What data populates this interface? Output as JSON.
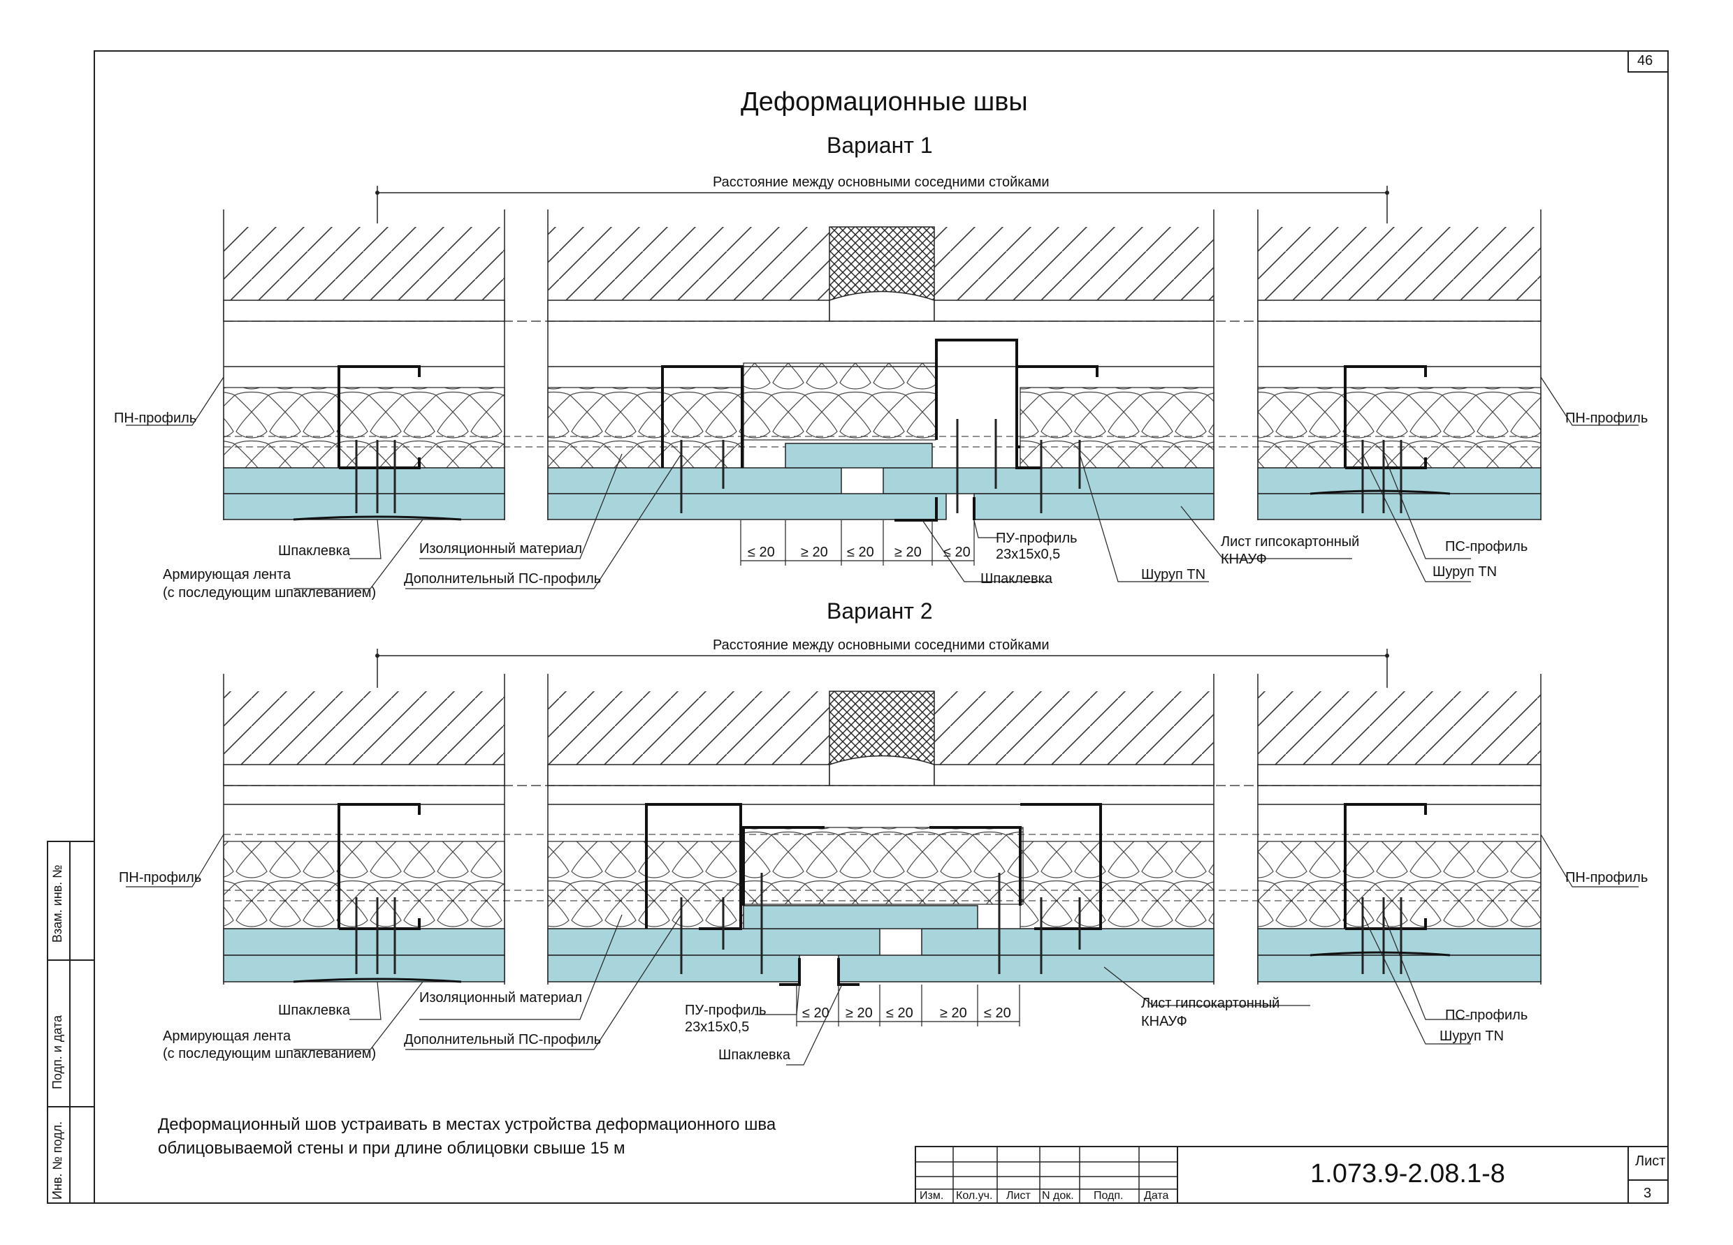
{
  "sheet_number_top": "46",
  "title": "Деформационные швы",
  "variant1": {
    "heading": "Вариант 1",
    "span_label": "Расстояние между основными соседними стойками",
    "labels": {
      "pn_left": "ПН-профиль",
      "pn_right": "ПН-профиль",
      "putty": "Шпаклевка",
      "tape_line1": "Армирующая лента",
      "tape_line2": "(с последующим шпаклеванием)",
      "insulation": "Изоляционный материал",
      "extra_ps": "Дополнительный ПС-профиль",
      "pu_line1": "ПУ-профиль",
      "pu_line2": "23х15х0,5",
      "putty_center": "Шпаклевка",
      "screw_center": "Шуруп TN",
      "board_line1": "Лист гипсокартонный",
      "board_line2": "КНАУФ",
      "ps_profile": "ПС-профиль",
      "screw_right": "Шуруп TN"
    },
    "dims": [
      "≤ 20",
      "≥ 20",
      "≤ 20",
      "≥ 20",
      "≤ 20"
    ]
  },
  "variant2": {
    "heading": "Вариант 2",
    "span_label": "Расстояние между основными соседними стойками",
    "labels": {
      "pn_left": "ПН-профиль",
      "pn_right": "ПН-профиль",
      "putty": "Шпаклевка",
      "tape_line1": "Армирующая лента",
      "tape_line2": "(с последующим шпаклеванием)",
      "insulation": "Изоляционный материал",
      "extra_ps": "Дополнительный ПС-профиль",
      "pu_line1": "ПУ-профиль",
      "pu_line2": "23х15х0,5",
      "putty_center": "Шпаклевка",
      "board_line1": "Лист гипсокартонный",
      "board_line2": "КНАУФ",
      "ps_profile": "ПС-профиль",
      "screw_right": "Шуруп TN"
    },
    "dims": [
      "≤ 20",
      "≥ 20",
      "≤ 20",
      "≥ 20",
      "≤ 20"
    ]
  },
  "note_line1": "Деформационный шов устраивать в местах устройства деформационного шва",
  "note_line2": "облицовываемой стены и при длине облицовки свыше 15 м",
  "side_stamp": {
    "vzam": "Взам. инв. №",
    "podp": "Подп. и дата",
    "inv": "Инв. № подл."
  },
  "title_block": {
    "code": "1.073.9-2.08.1-8",
    "list_label": "Лист",
    "list_number": "3",
    "cols": [
      "Изм.",
      "Кол.уч.",
      "Лист",
      "N док.",
      "Подп.",
      "Дата"
    ]
  },
  "colors": {
    "board": "#a8d4dc",
    "line": "#222222"
  }
}
